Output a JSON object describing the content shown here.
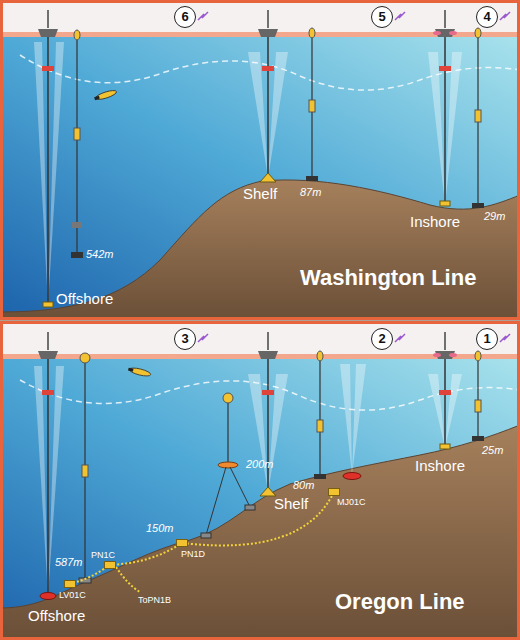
{
  "diagram": {
    "nodes": [
      {
        "text": [
          "6"
        ]
      },
      {
        "text": [
          "5"
        ]
      },
      {
        "text": [
          "4"
        ]
      },
      {
        "text": [
          "3"
        ]
      },
      {
        "text": [
          "2"
        ]
      },
      {
        "text": [
          "1"
        ]
      },
      {
        "text": [
          "MJ01C"
        ]
      },
      {
        "text": [
          "PN1D"
        ]
      },
      {
        "text": [
          "PN1C"
        ]
      },
      {
        "text": [
          "LV01C"
        ]
      }
    ],
    "edges": [
      {
        "from": 6,
        "to": 7,
        "arrow": "none"
      },
      {
        "from": 7,
        "to": 8,
        "arrow": "none"
      },
      {
        "from": 8,
        "to": 9,
        "arrow": "none"
      }
    ],
    "labels": [
      "542m",
      "87m",
      "29m",
      "Offshore",
      "Shelf",
      "Inshore",
      "Washington Line",
      "200m",
      "150m",
      "80m",
      "587m",
      "ToPN1B",
      "25m",
      "Offshore",
      "Shelf",
      "Inshore",
      "Oregon Line"
    ]
  }
}
